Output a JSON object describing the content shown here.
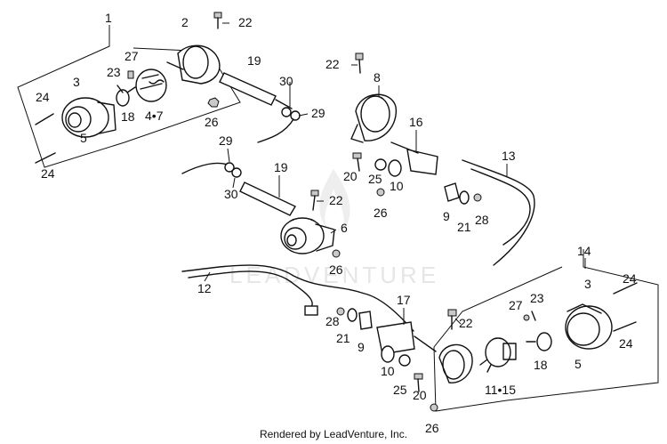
{
  "watermark": "LEADVENTURE",
  "footer": "Rendered by LeadVenture, Inc.",
  "labels": {
    "l1": "1",
    "l2": "2",
    "l22a": "22",
    "l19a": "19",
    "l27a": "27",
    "l23a": "23",
    "l3a": "3",
    "l30a": "30",
    "l24a": "24",
    "l18a": "18",
    "l47": "4•7",
    "l26a": "26",
    "l29a": "29",
    "l5a": "5",
    "l24b": "24",
    "l22b": "22",
    "l8": "8",
    "l16": "16",
    "l29b": "29",
    "l19b": "19",
    "l13": "13",
    "l20a": "20",
    "l25a": "25",
    "l10a": "10",
    "l30b": "30",
    "l22c": "22",
    "l26b": "26",
    "l9a": "9",
    "l21a": "21",
    "l28a": "28",
    "l6": "6",
    "l26c": "26",
    "l14": "14",
    "l12": "12",
    "l24c": "24",
    "l17": "17",
    "l3b": "3",
    "l27b": "27",
    "l23b": "23",
    "l28b": "28",
    "l22d": "22",
    "l21b": "21",
    "l9b": "9",
    "l24d": "24",
    "l18b": "18",
    "l5b": "5",
    "l10b": "10",
    "l1115": "11•15",
    "l25b": "25",
    "l20b": "20",
    "l26d": "26"
  }
}
